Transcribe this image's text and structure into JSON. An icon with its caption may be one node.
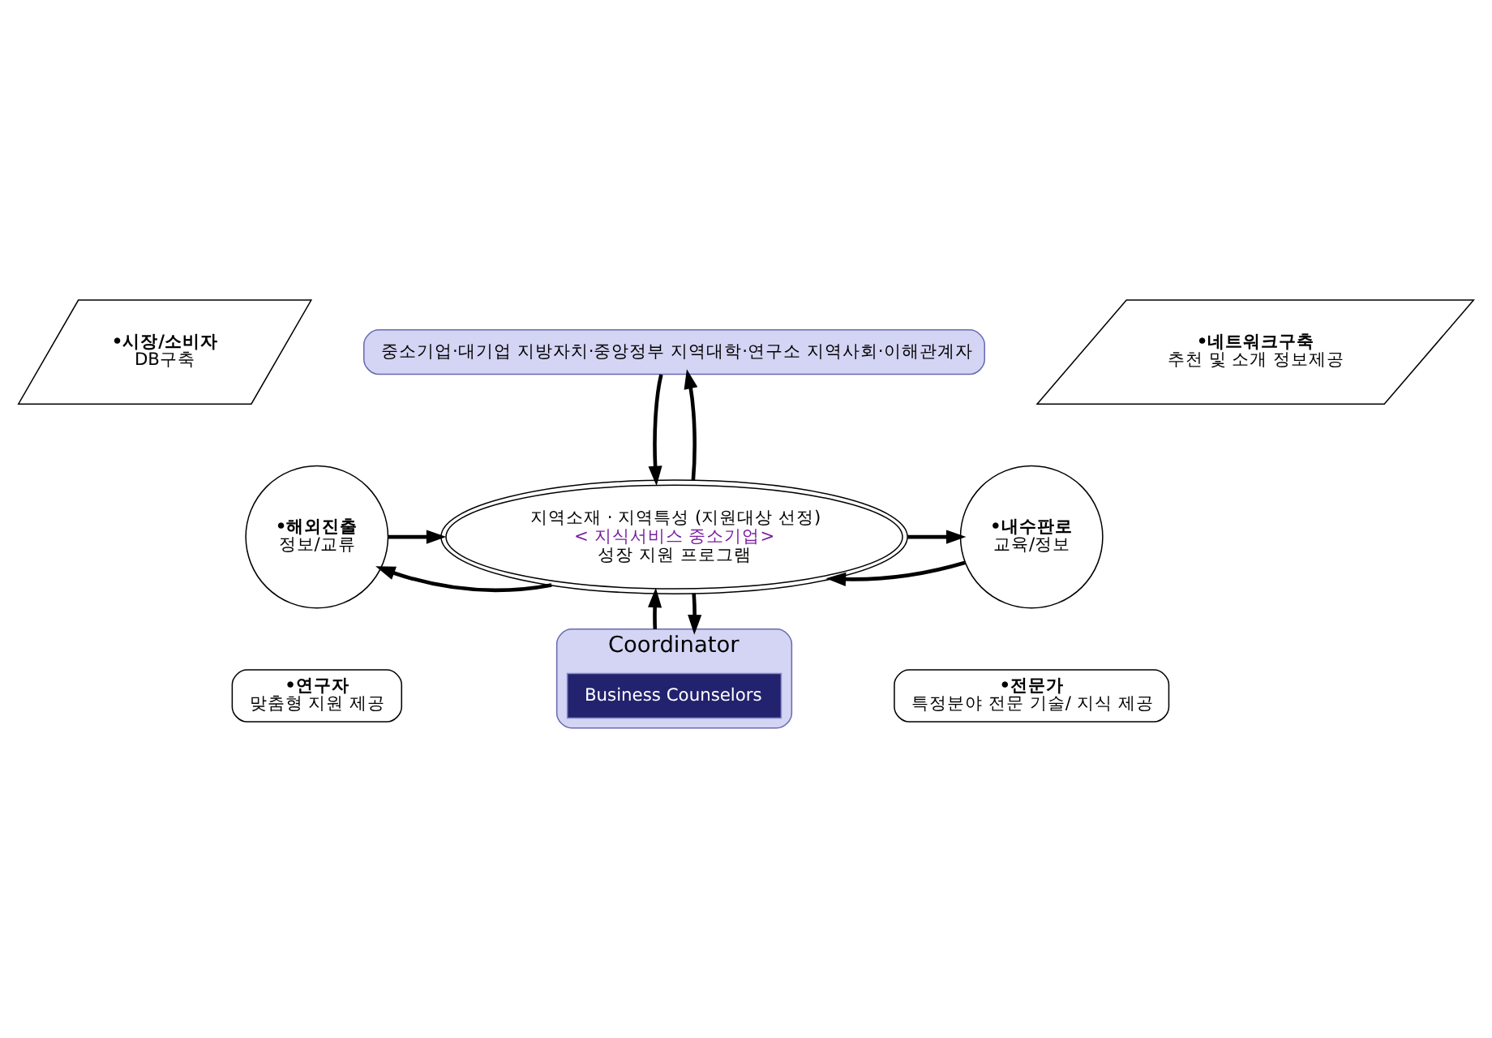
{
  "diagram": {
    "nodes": [
      {
        "text": [
          "중소기업·대기업 지방자치·중앙정부 지역대학·연구소 지역사회·이해관계자"
        ]
      },
      {
        "text": [
          "•시장/소비자",
          "DB구축"
        ]
      },
      {
        "text": [
          "•네트워크구축",
          "추천 및 소개 정보제공"
        ]
      },
      {
        "text": [
          "•해외진출",
          "정보/교류"
        ]
      },
      {
        "text": [
          "지역소재 · 지역특성 (지원대상 선정)",
          "< 지식서비스 중소기업>",
          "성장 지원 프로그램"
        ]
      },
      {
        "text": [
          "•내수판로",
          "교육/정보"
        ]
      },
      {
        "text": [
          "•연구자",
          "맞춤형 지원 제공"
        ]
      },
      {
        "text": [
          "Coordinator"
        ]
      },
      {
        "text": [
          "Business Counselors"
        ],
        "in": 7
      },
      {
        "text": [
          "•전문가",
          "특정분야 전문 기술/ 지식 제공"
        ]
      }
    ],
    "edges": [
      {
        "from": 0,
        "to": 4,
        "arrow": "to"
      },
      {
        "from": 4,
        "to": 0,
        "arrow": "to"
      },
      {
        "from": 4,
        "to": 3,
        "arrow": "to"
      },
      {
        "from": 3,
        "to": 4,
        "arrow": "to"
      },
      {
        "from": 5,
        "to": 4,
        "arrow": "to"
      },
      {
        "from": 4,
        "to": 5,
        "arrow": "to"
      },
      {
        "from": 4,
        "to": 7,
        "arrow": "to"
      },
      {
        "from": 7,
        "to": 4,
        "arrow": "to"
      }
    ]
  }
}
